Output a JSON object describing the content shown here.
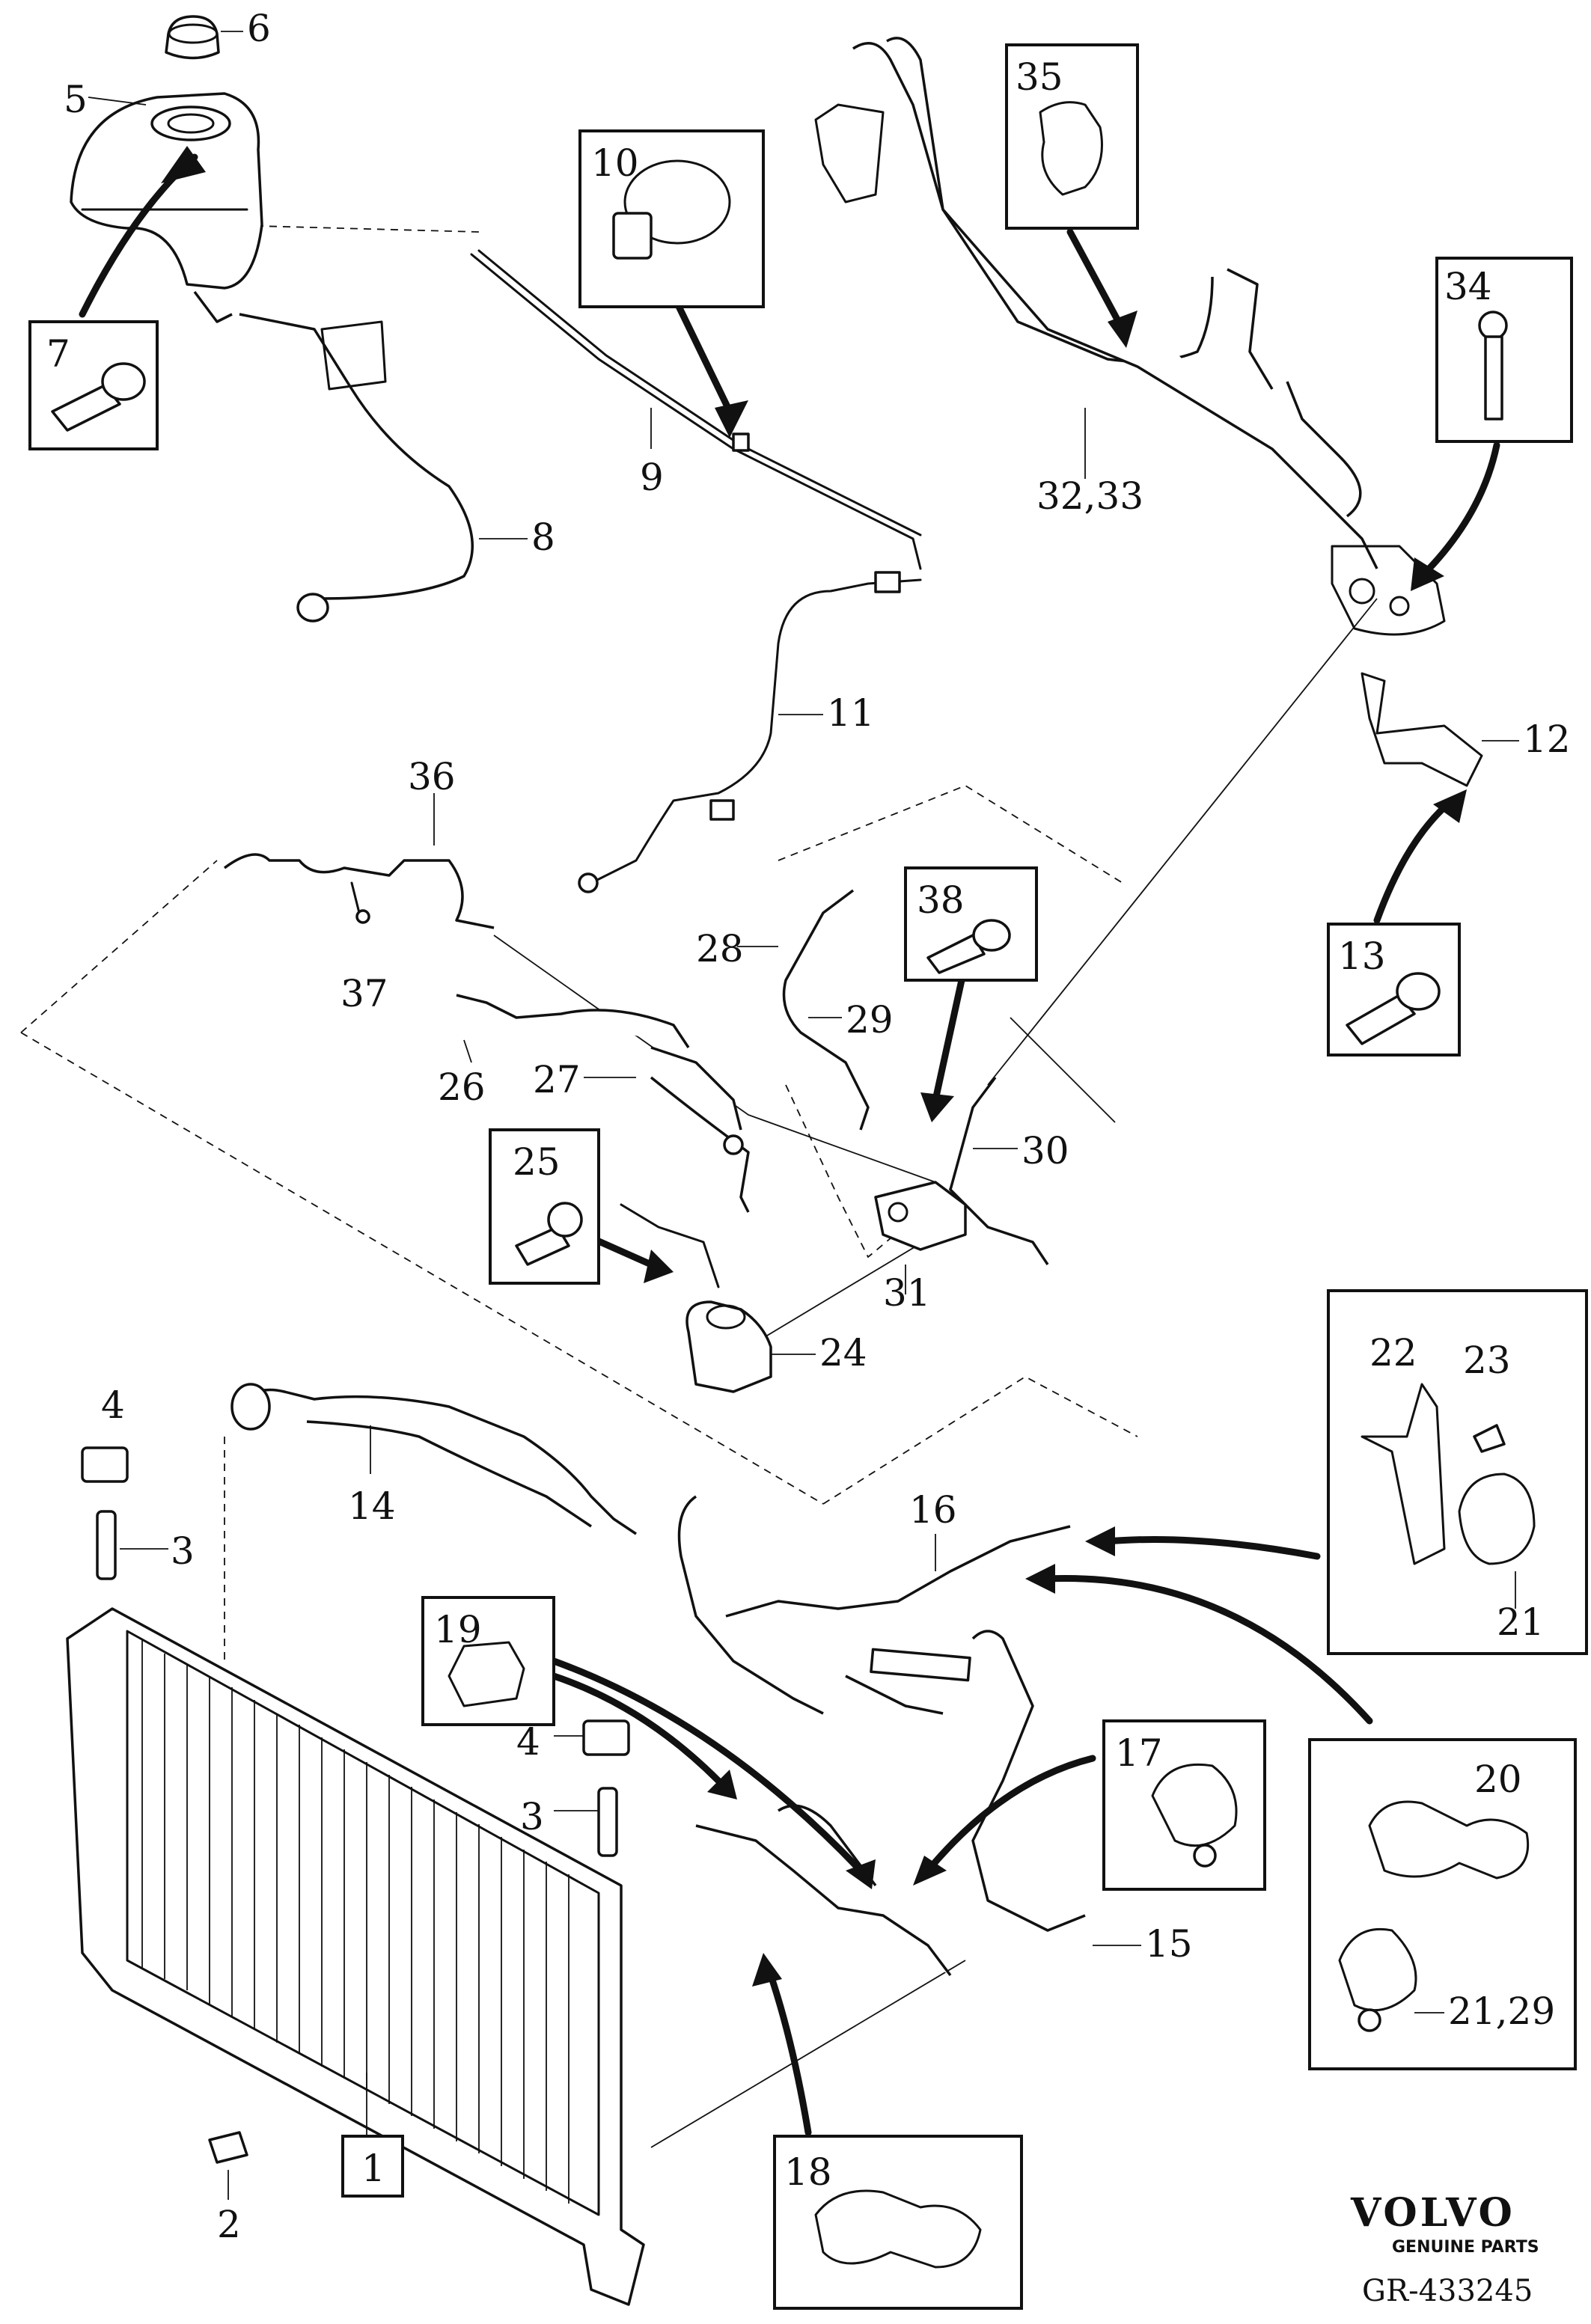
{
  "callouts": {
    "c1": "1",
    "c2": "2",
    "c3a": "3",
    "c3b": "3",
    "c4a": "4",
    "c4b": "4",
    "c5": "5",
    "c6": "6",
    "c7": "7",
    "c8": "8",
    "c9": "9",
    "c10": "10",
    "c11": "11",
    "c12": "12",
    "c13": "13",
    "c14": "14",
    "c15": "15",
    "c16": "16",
    "c17": "17",
    "c18": "18",
    "c19": "19",
    "c20": "20",
    "c21a": "21",
    "c21b": "21,29",
    "c22": "22",
    "c23": "23",
    "c24": "24",
    "c25": "25",
    "c26": "26",
    "c27": "27",
    "c28": "28",
    "c29": "29",
    "c30": "30",
    "c31": "31",
    "c32": "32,33",
    "c34": "34",
    "c35": "35",
    "c36": "36",
    "c37": "37",
    "c38": "38"
  },
  "brand": {
    "name": "VOLVO",
    "tagline": "GENUINE PARTS",
    "reference": "GR-433245"
  }
}
